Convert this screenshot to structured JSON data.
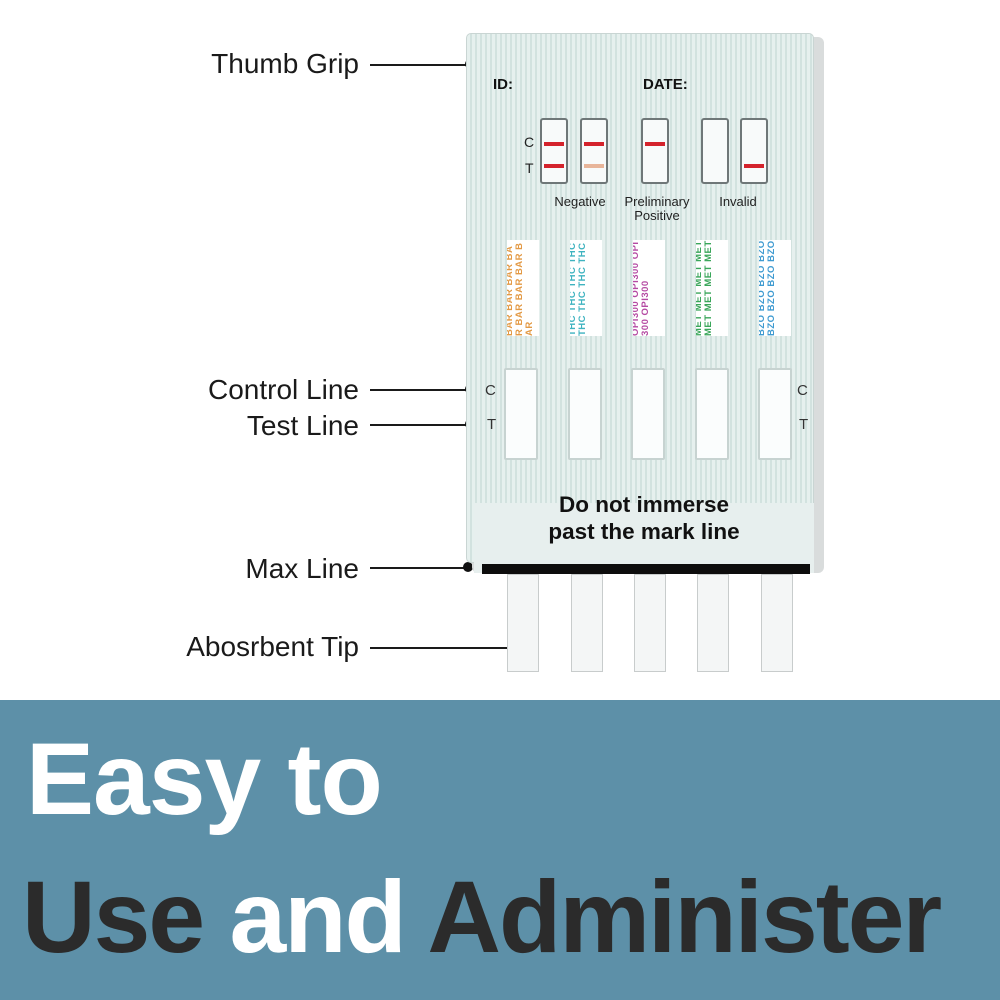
{
  "callouts": [
    {
      "name": "thumb-grip",
      "label": "Thumb Grip"
    },
    {
      "name": "control-line",
      "label": "Control Line"
    },
    {
      "name": "test-line",
      "label": "Test Line"
    },
    {
      "name": "max-line",
      "label": "Max Line"
    },
    {
      "name": "absorbent-tip",
      "label": "Abosrbent Tip"
    }
  ],
  "card": {
    "id_label": "ID:",
    "date_label": "DATE:",
    "legend_c": "C",
    "legend_t": "T",
    "legend": {
      "negative": "Negative",
      "preliminary_positive_1": "Preliminary",
      "preliminary_positive_2": "Positive",
      "invalid": "Invalid"
    },
    "pads": [
      {
        "text": "BAR BAR BAR BAR BAR BAR BAR BAR",
        "color": "#e39a46"
      },
      {
        "text": "THC THC THC THC THC THC THC THC",
        "color": "#3fb3c0"
      },
      {
        "text": "OPI300 OPI300 OPI300 OPI300",
        "color": "#b54aa3"
      },
      {
        "text": "MET MET MET MET MET MET MET MET",
        "color": "#3aa65a"
      },
      {
        "text": "BZO BZO BZO BZO BZO BZO BZO BZO",
        "color": "#3f9bd1"
      }
    ],
    "result_c": "C",
    "result_t": "T",
    "warning_line1": "Do not immerse",
    "warning_line2": "past the mark line"
  },
  "banner": {
    "line1": "Easy to",
    "line2_part1": "Use and",
    "line2_part2": "Administer",
    "background_color": "#5d90a8"
  },
  "colors": {
    "control_line_red": "#d4232c",
    "faint_test_line": "#e8b59a"
  }
}
